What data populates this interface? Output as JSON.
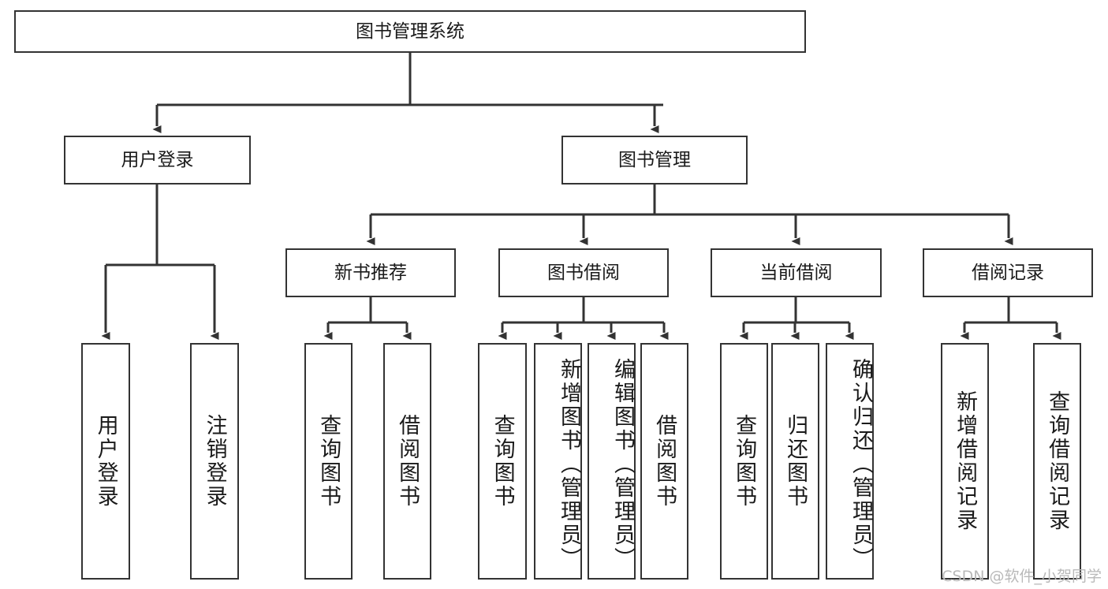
{
  "diagram": {
    "title": "图书管理系统",
    "type": "tree",
    "root": {
      "id": "root",
      "label": "图书管理系统"
    },
    "level2": [
      {
        "id": "user-login",
        "label": "用户登录"
      },
      {
        "id": "book-manage",
        "label": "图书管理"
      }
    ],
    "level3": [
      {
        "id": "new-book-recommend",
        "label": "新书推荐",
        "parent": "book-manage"
      },
      {
        "id": "book-borrow",
        "label": "图书借阅",
        "parent": "book-manage"
      },
      {
        "id": "current-borrow",
        "label": "当前借阅",
        "parent": "book-manage"
      },
      {
        "id": "borrow-record",
        "label": "借阅记录",
        "parent": "book-manage"
      }
    ],
    "leaves": [
      {
        "id": "leaf-user-login",
        "label": "用户登录",
        "parent": "user-login"
      },
      {
        "id": "leaf-logout",
        "label": "注销登录",
        "parent": "user-login"
      },
      {
        "id": "leaf-query-book-1",
        "label": "查询图书",
        "parent": "new-book-recommend"
      },
      {
        "id": "leaf-borrow-book-1",
        "label": "借阅图书",
        "parent": "new-book-recommend"
      },
      {
        "id": "leaf-query-book-2",
        "label": "查询图书",
        "parent": "book-borrow"
      },
      {
        "id": "leaf-add-book",
        "label": "新增图书（管理员）",
        "parent": "book-borrow"
      },
      {
        "id": "leaf-edit-book",
        "label": "编辑图书（管理员）",
        "parent": "book-borrow"
      },
      {
        "id": "leaf-borrow-book-2",
        "label": "借阅图书",
        "parent": "book-borrow"
      },
      {
        "id": "leaf-query-book-3",
        "label": "查询图书",
        "parent": "current-borrow"
      },
      {
        "id": "leaf-return-book",
        "label": "归还图书",
        "parent": "current-borrow"
      },
      {
        "id": "leaf-confirm-return",
        "label": "确认归还（管理员）",
        "parent": "current-borrow"
      },
      {
        "id": "leaf-add-record",
        "label": "新增借阅记录",
        "parent": "borrow-record"
      },
      {
        "id": "leaf-query-record",
        "label": "查询借阅记录",
        "parent": "borrow-record"
      }
    ],
    "colors": {
      "stroke": "#333333",
      "fill": "#ffffff",
      "text": "#1a1a1a",
      "watermark": "#b9b9b9"
    }
  },
  "watermark": {
    "text": "CSDN @软件_小贺同学"
  }
}
